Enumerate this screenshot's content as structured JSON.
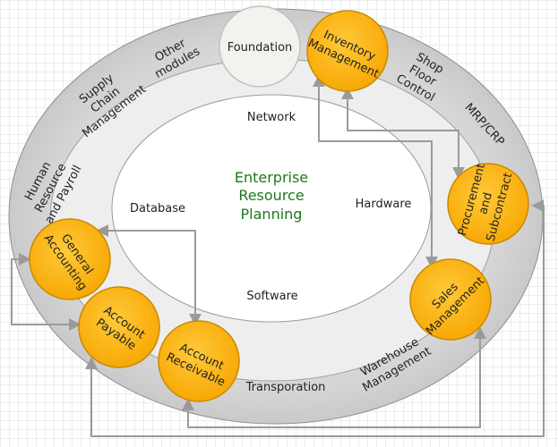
{
  "center": {
    "line1": "Enterprise",
    "line2": "Resource",
    "line3": "Planning",
    "color": "#1a7a1a"
  },
  "inner_labels": {
    "network": "Network",
    "database": "Database",
    "hardware": "Hardware",
    "software": "Software"
  },
  "outer_labels": {
    "other_modules": [
      "Other",
      "modules"
    ],
    "supply_chain": [
      "Supply",
      "Chain",
      "Management"
    ],
    "human_resource": [
      "Human",
      "Resource",
      "and Payroll"
    ],
    "shop_floor": [
      "Shop",
      "Floor",
      "Control"
    ],
    "mrp_crp": "MRP/CRP",
    "warehouse": [
      "Warehouse",
      "Management"
    ],
    "transporation": "Transporation"
  },
  "modules": {
    "foundation": "Foundation",
    "inventory": [
      "Inventory",
      "Management"
    ],
    "procurement": [
      "Procurement",
      "and",
      "Subcontract"
    ],
    "sales": [
      "Sales",
      "Management"
    ],
    "general_accounting": [
      "General",
      "Accounting"
    ],
    "account_payable": [
      "Account",
      "Payable"
    ],
    "account_receivable": [
      "Account",
      "Receivable"
    ]
  },
  "colors": {
    "module_fill": "#ffb000",
    "module_stroke": "#c98a00",
    "connector": "#9a9a9a",
    "foundation_fill": "#f2f2ef"
  }
}
